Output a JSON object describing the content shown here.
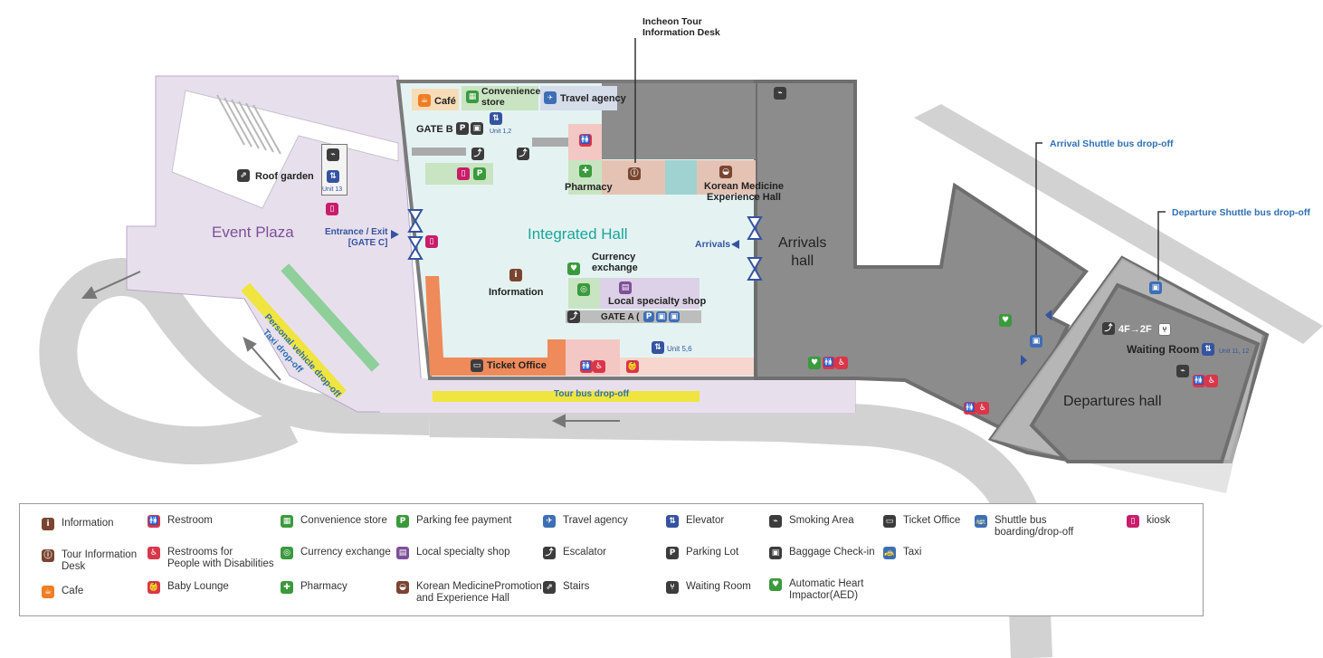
{
  "labels": {
    "tour_desk": "Incheon Tour\nInformation Desk",
    "arrival_shuttle": "Arrival Shuttle bus drop-off",
    "departure_shuttle": "Departure Shuttle bus drop-off",
    "cafe": "Café",
    "convenience": "Convenience\nstore",
    "travel_agency": "Travel agency",
    "gate_b": "GATE B [",
    "unit_12": "Unit 1,2",
    "roof_garden": "Roof garden",
    "unit_13": "Unit 13",
    "pharmacy": "Pharmacy",
    "korean_med": "Korean Medicine\nExperience Hall",
    "event_plaza": "Event Plaza",
    "entrance": "Entrance / Exit\n[GATE C]",
    "integrated_hall": "Integrated Hall",
    "arrivals": "Arrivals",
    "arrivals_hall": "Arrivals\nhall",
    "currency": "Currency\nexchange",
    "information": "Information",
    "local_shop": "Local specialty shop",
    "gate_a": "GATE A (",
    "unit_56": "Unit 5,6",
    "ticket_office": "Ticket Office",
    "tour_bus": "Tour bus drop-off",
    "personal_vehicle": "Personal vehicle drop-off",
    "taxi_dropoff": "Taxi drop-off",
    "floor_change": "4F→2F",
    "waiting_room": "Waiting Room",
    "unit_1112": "Unit 11, 12",
    "departures_hall": "Departures hall"
  },
  "legend": [
    {
      "icon": "information-icon",
      "color": "#7a4530",
      "glyph": "i",
      "text": "Information"
    },
    {
      "icon": "tour-information-desk-icon",
      "color": "#7a4530",
      "glyph": "ⓘ",
      "text": "Tour Information\nDesk"
    },
    {
      "icon": "cafe-icon",
      "color": "#ef7d23",
      "glyph": "☕",
      "text": "Cafe"
    },
    {
      "icon": "restroom-icon",
      "color": "#d9364a",
      "glyph": "🚻",
      "text": "Restroom"
    },
    {
      "icon": "accessible-restroom-icon",
      "color": "#d9364a",
      "glyph": "♿",
      "text": "Restrooms for\nPeople with Disabilities"
    },
    {
      "icon": "baby-lounge-icon",
      "color": "#d9364a",
      "glyph": "👶",
      "text": "Baby Lounge"
    },
    {
      "icon": "convenience-store-icon",
      "color": "#3a9a3c",
      "glyph": "▦",
      "text": "Convenience store"
    },
    {
      "icon": "currency-exchange-icon",
      "color": "#3a9a3c",
      "glyph": "◎",
      "text": "Currency exchange"
    },
    {
      "icon": "pharmacy-icon",
      "color": "#3a9a3c",
      "glyph": "✚",
      "text": "Pharmacy"
    },
    {
      "icon": "parking-fee-icon",
      "color": "#3a9a3c",
      "glyph": "P",
      "text": "Parking fee payment"
    },
    {
      "icon": "local-shop-icon",
      "color": "#7e4f9a",
      "glyph": "▤",
      "text": "Local specialty shop"
    },
    {
      "icon": "korean-medicine-icon",
      "color": "#7a4530",
      "glyph": "◒",
      "text": "Korean MedicinePromotion\nand Experience Hall"
    },
    {
      "icon": "travel-agency-icon",
      "color": "#3d6fb5",
      "glyph": "✈",
      "text": "Travel agency"
    },
    {
      "icon": "escalator-icon",
      "color": "#3c3c3c",
      "glyph": "⤴",
      "text": "Escalator"
    },
    {
      "icon": "stairs-icon",
      "color": "#3c3c3c",
      "glyph": "⇗",
      "text": "Stairs"
    },
    {
      "icon": "elevator-icon",
      "color": "#3553a0",
      "glyph": "⇅",
      "text": "Elevator"
    },
    {
      "icon": "parking-lot-icon",
      "color": "#3c3c3c",
      "glyph": "P",
      "text": "Parking Lot"
    },
    {
      "icon": "waiting-room-icon",
      "color": "#3c3c3c",
      "glyph": "⑂",
      "text": "Waiting Room"
    },
    {
      "icon": "smoking-area-icon",
      "color": "#3c3c3c",
      "glyph": "⌁",
      "text": "Smoking Area"
    },
    {
      "icon": "baggage-checkin-icon",
      "color": "#3c3c3c",
      "glyph": "▣",
      "text": "Baggage Check-in"
    },
    {
      "icon": "aed-icon",
      "color": "#3a9a3c",
      "glyph": "♥",
      "text": "Automatic Heart\nImpactor(AED)"
    },
    {
      "icon": "ticket-office-icon",
      "color": "#3c3c3c",
      "glyph": "▭",
      "text": "Ticket Office"
    },
    {
      "icon": "taxi-icon",
      "color": "#3d6fb5",
      "glyph": "🚕",
      "text": "Taxi"
    },
    {
      "icon": "shuttle-bus-icon",
      "color": "#3d6fb5",
      "glyph": "🚌",
      "text": "Shuttle bus\nboarding/drop-off"
    },
    {
      "icon": "kiosk-icon",
      "color": "#c91d6b",
      "glyph": "▯",
      "text": "kiosk"
    }
  ]
}
